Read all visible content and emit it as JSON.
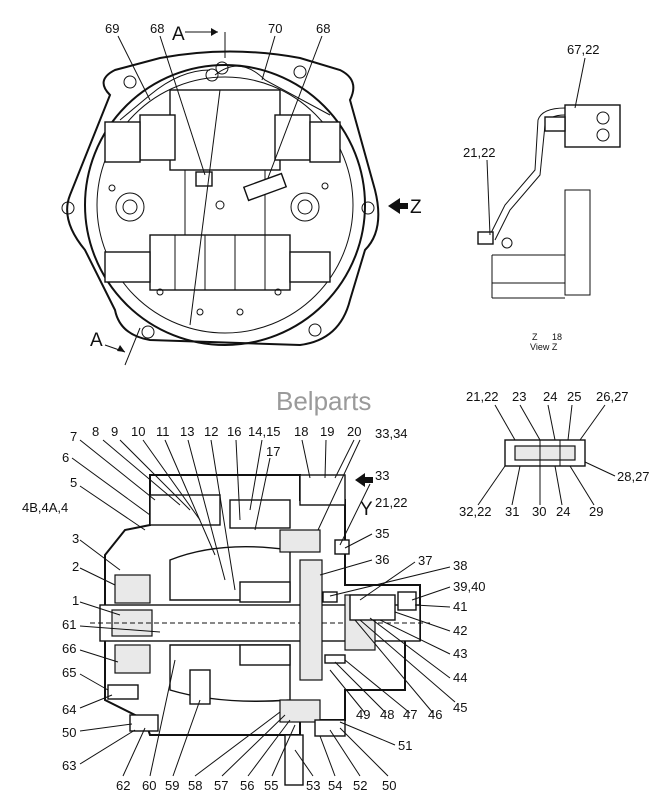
{
  "watermark": "Belparts",
  "view_top": {
    "callouts": [
      "69",
      "68",
      "70",
      "68"
    ],
    "section_marker_top": "A",
    "section_marker_bottom": "A",
    "view_arrow_label": "Z"
  },
  "view_z": {
    "callouts": [
      "67,22",
      "21,22"
    ],
    "caption_line1": "Z",
    "caption_line2": "View Z",
    "caption_scale": "18"
  },
  "detail_y": {
    "callouts_top": [
      "21,22",
      "23",
      "24",
      "25",
      "26,27"
    ],
    "callouts_bottom": [
      "32,22",
      "31",
      "30",
      "24",
      "29"
    ],
    "callout_right": "28,27"
  },
  "section_view": {
    "callouts_top": [
      "8",
      "9",
      "10",
      "11",
      "13",
      "12",
      "16",
      "14,15",
      "18",
      "19",
      "20",
      "33,34"
    ],
    "callouts_left": [
      "7",
      "6",
      "5",
      "4B,4A,4",
      "3",
      "2",
      "1",
      "61",
      "66",
      "65",
      "64",
      "50",
      "63"
    ],
    "callouts_right": [
      "17",
      "33",
      "21,22",
      "35",
      "36",
      "37",
      "38",
      "39,40",
      "41",
      "42",
      "43",
      "44",
      "45",
      "46",
      "47",
      "48",
      "49",
      "51",
      "50"
    ],
    "callouts_bottom": [
      "62",
      "60",
      "59",
      "58",
      "57",
      "56",
      "55",
      "53",
      "54",
      "52",
      "50"
    ],
    "y_marker": "Y"
  }
}
